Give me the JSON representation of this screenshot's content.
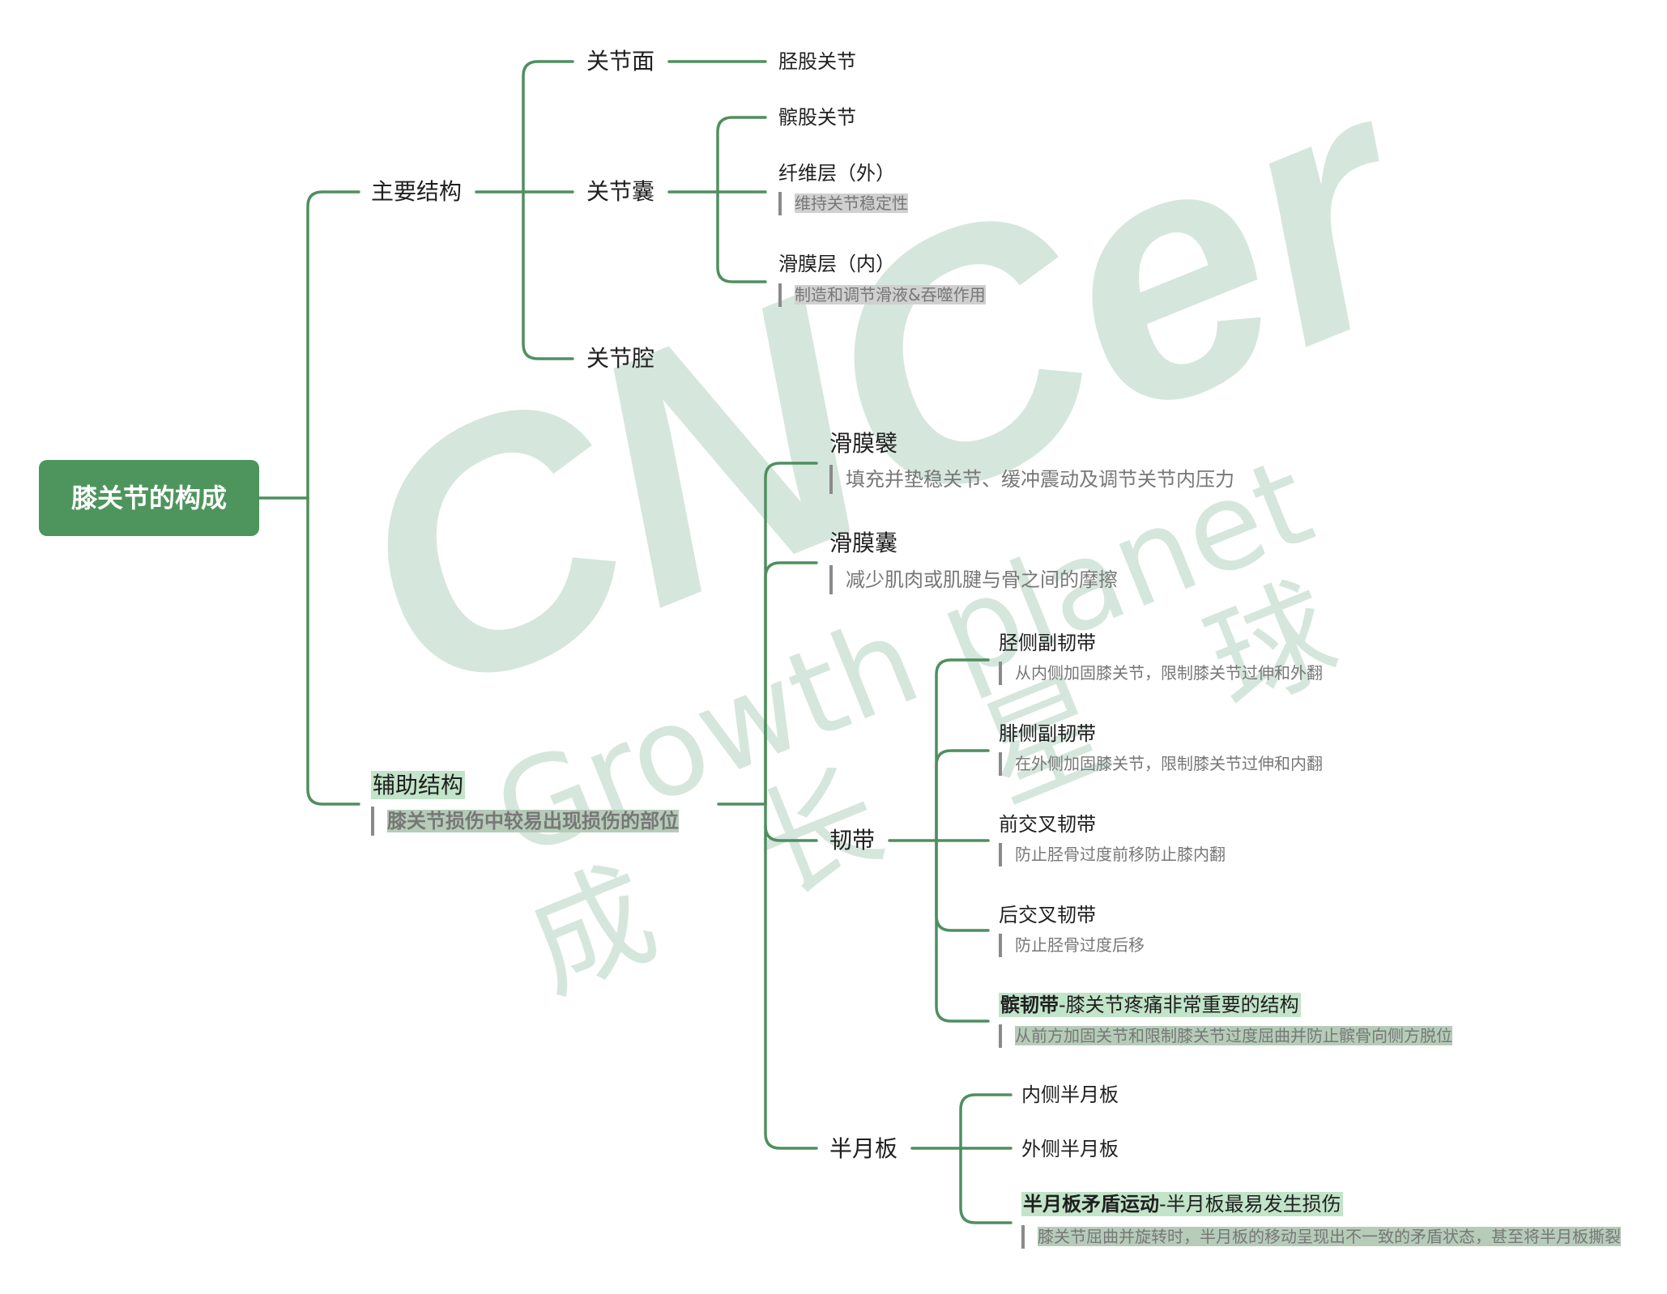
{
  "root": {
    "title": "膝关节的构成"
  },
  "main": {
    "label": "主要结构",
    "children": {
      "surface": {
        "label": "关节面",
        "items": [
          "胫股关节"
        ]
      },
      "capsule": {
        "label": "关节囊",
        "items": [
          {
            "label": "髌股关节"
          },
          {
            "label": "纤维层（外）",
            "note": "维持关节稳定性"
          },
          {
            "label": "滑膜层（内）",
            "note": "制造和调节滑液&吞噬作用"
          }
        ]
      },
      "cavity": {
        "label": "关节腔"
      }
    }
  },
  "aux": {
    "label": "辅助结构",
    "note": "膝关节损伤中较易出现损伤的部位",
    "children": {
      "plica": {
        "label": "滑膜襞",
        "note": "填充并垫稳关节、缓冲震动及调节关节内压力"
      },
      "bursa": {
        "label": "滑膜囊",
        "note": "减少肌肉或肌腱与骨之间的摩擦"
      },
      "ligament": {
        "label": "韧带",
        "items": [
          {
            "label": "胫侧副韧带",
            "note": "从内侧加固膝关节，限制膝关节过伸和外翻"
          },
          {
            "label": "腓侧副韧带",
            "note": "在外侧加固膝关节，限制膝关节过伸和内翻"
          },
          {
            "label": "前交叉韧带",
            "note": "防止胫骨过度前移防止膝内翻"
          },
          {
            "label": "后交叉韧带",
            "note": "防止胫骨过度后移"
          },
          {
            "label_bold": "髌韧带",
            "label_rest": "-膝关节疼痛非常重要的结构",
            "note": "从前方加固关节和限制膝关节过度屈曲并防止髌骨向侧方脱位"
          }
        ]
      },
      "meniscus": {
        "label": "半月板",
        "items": [
          {
            "label": "内侧半月板"
          },
          {
            "label": "外侧半月板"
          },
          {
            "label_bold": "半月板矛盾运动",
            "label_rest": "-半月板最易发生损伤",
            "note": "膝关节屈曲并旋转时，半月板的移动呈现出不一致的矛盾状态，甚至将半月板撕裂"
          }
        ]
      }
    }
  },
  "watermark": {
    "brand": "CNCer",
    "tagline": "Growth planet",
    "cn": [
      "成",
      "长",
      "星",
      "球"
    ]
  },
  "colors": {
    "line": "#4f8f5f",
    "root_bg": "#4e955d",
    "highlight": "#c2e4c9",
    "watermark": "#b9d6c7"
  }
}
